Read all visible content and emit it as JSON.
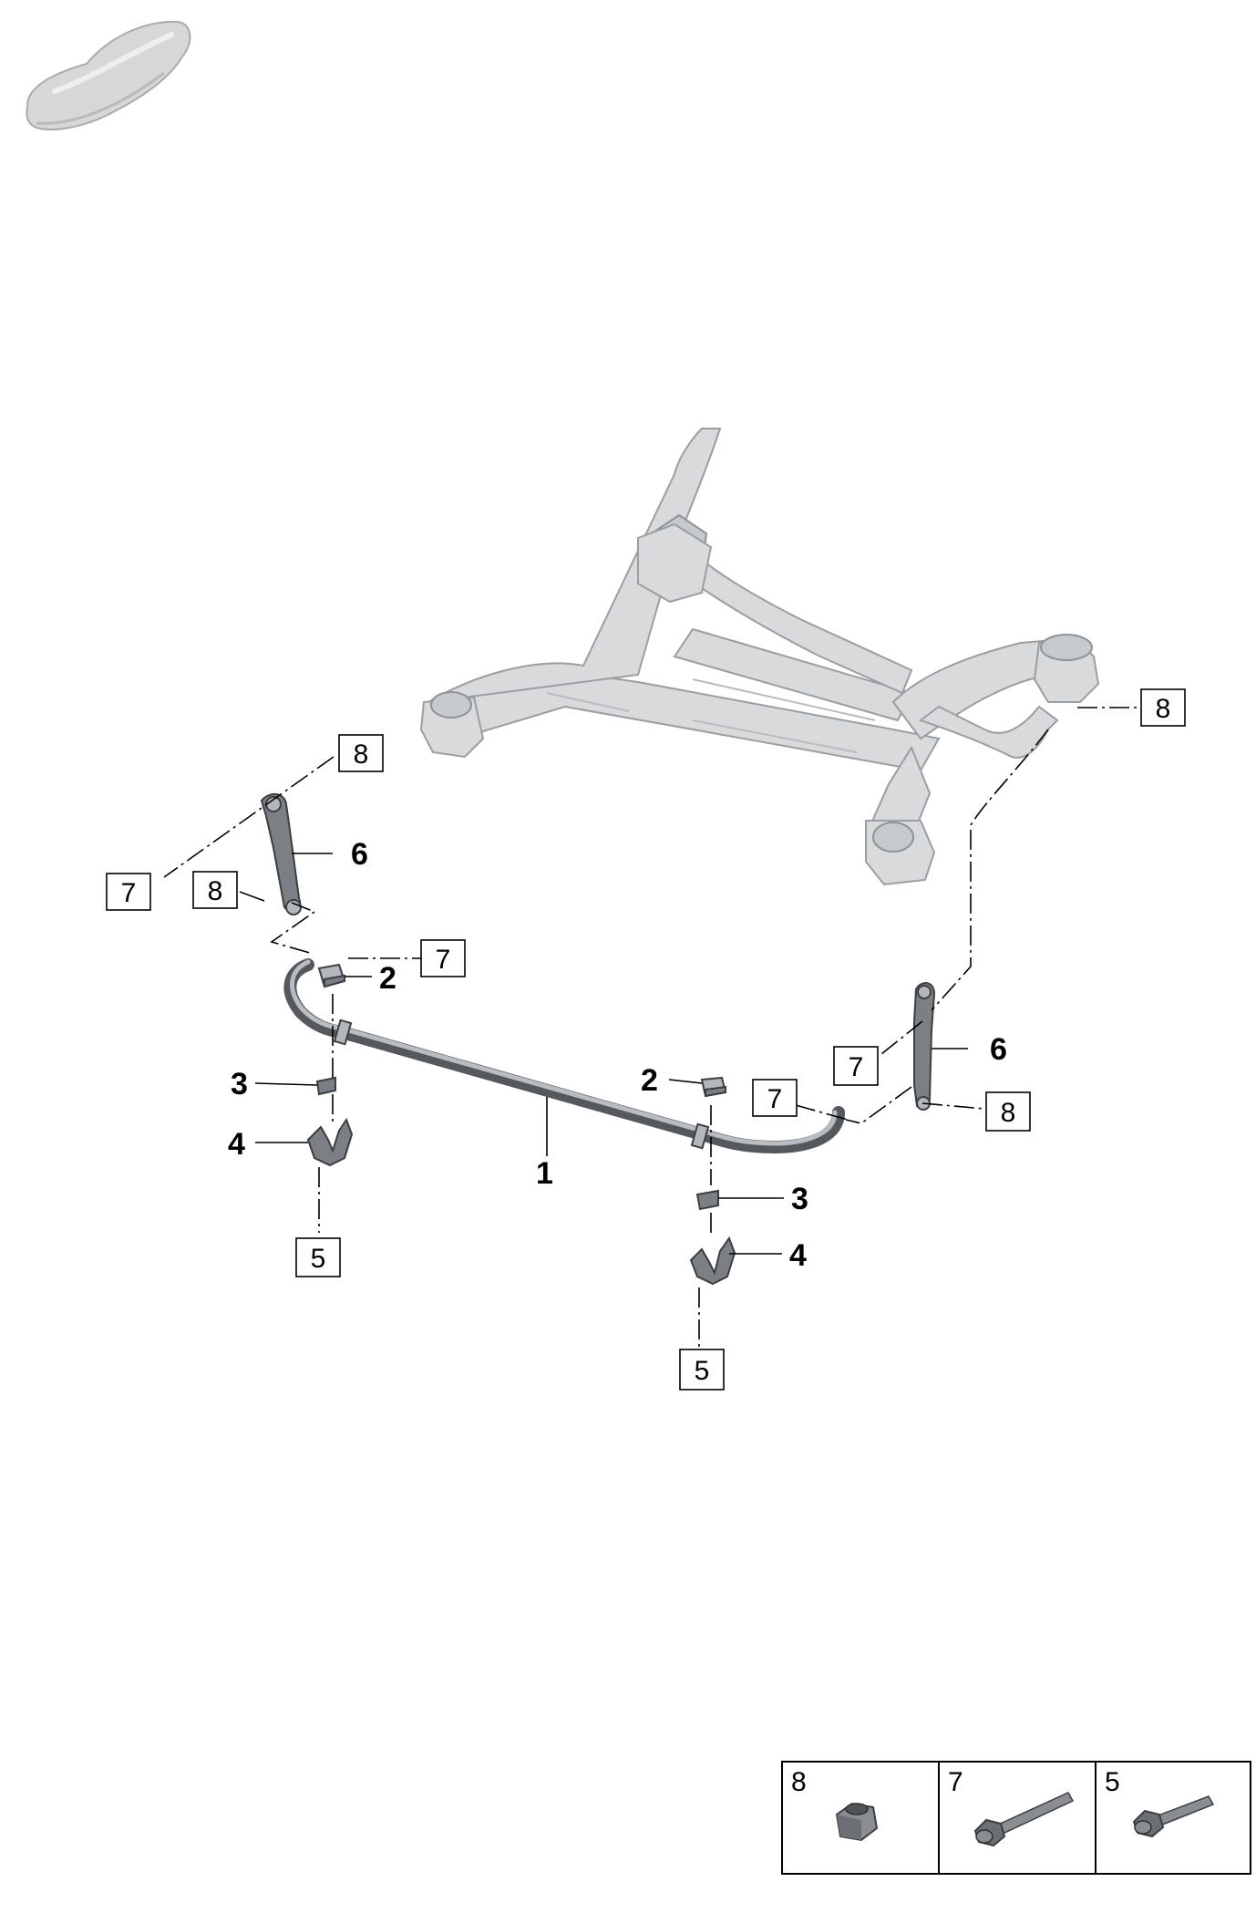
{
  "callouts": {
    "c1": "1",
    "c2a": "2",
    "c2b": "2",
    "c3a": "3",
    "c3b": "3",
    "c4a": "4",
    "c4b": "4",
    "c5a": "5",
    "c5b": "5",
    "c6a": "6",
    "c6b": "6",
    "c7a": "7",
    "c7b": "7",
    "c7c": "7",
    "c7d": "7",
    "c8a": "8",
    "c8b": "8",
    "c8c": "8",
    "c8d": "8"
  },
  "legend": [
    {
      "label": "8",
      "icon": "nut-icon"
    },
    {
      "label": "7",
      "icon": "long-bolt-icon"
    },
    {
      "label": "5",
      "icon": "short-bolt-icon"
    }
  ],
  "colors": {
    "line": "#000000",
    "part_dark": "#55595e",
    "part_light": "#d8dadc"
  }
}
